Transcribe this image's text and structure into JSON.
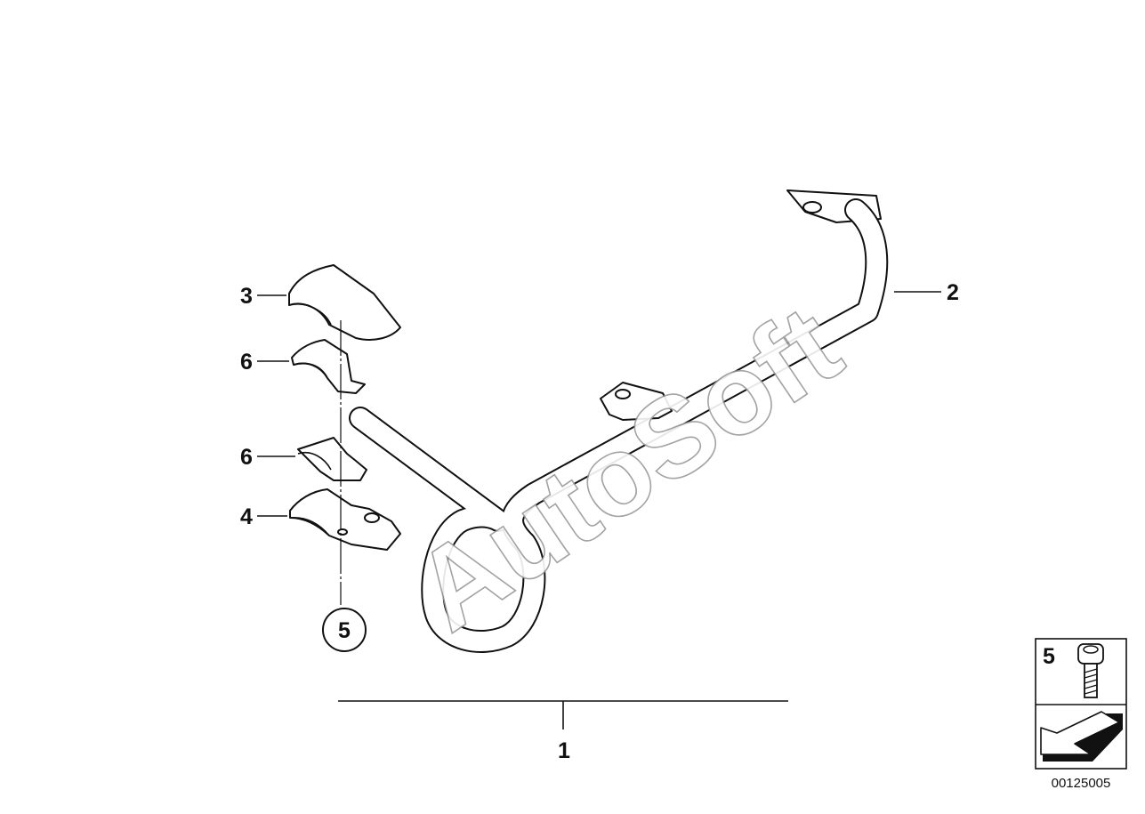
{
  "watermark": "AutoSoft",
  "callouts": {
    "main_assembly": "1",
    "bar": "2",
    "upper_shell": "3",
    "bracket_lower": "4",
    "bolt": "5",
    "insert_upper": "6",
    "insert_lower": "6"
  },
  "legend": {
    "bolt_label": "5",
    "icons": [
      "screw-icon",
      "arrow-icon"
    ]
  },
  "reference_number": "00125005"
}
